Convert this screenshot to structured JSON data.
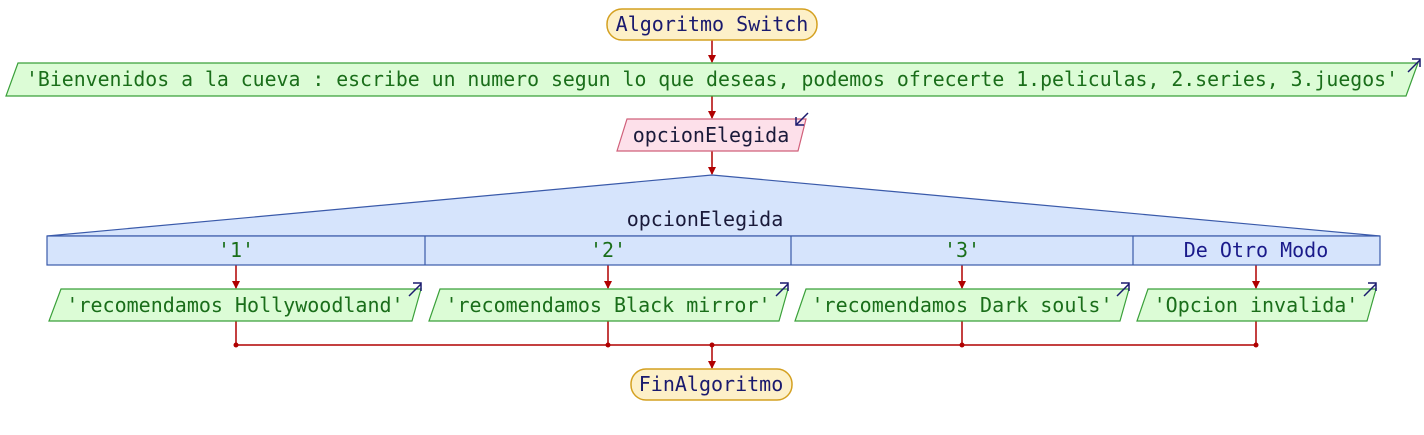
{
  "flowchart": {
    "start_label": "Algoritmo Switch",
    "output_main": "'Bienvenidos a la cueva : escribe un numero segun lo que deseas, podemos ofrecerte 1.peliculas, 2.series, 3.juegos'",
    "input_variable": "opcionElegida",
    "switch": {
      "expression": "opcionElegida",
      "cases": [
        {
          "label": "'1'",
          "output": "'recomendamos Hollywoodland'"
        },
        {
          "label": "'2'",
          "output": "'recomendamos Black mirror'"
        },
        {
          "label": "'3'",
          "output": "'recomendamos Dark souls'"
        },
        {
          "label": "De Otro Modo",
          "output": "'Opcion invalida'"
        }
      ]
    },
    "end_label": "FinAlgoritmo"
  },
  "colors": {
    "arrow": "#b00000",
    "terminal_fill": "#fdf0c8",
    "terminal_stroke": "#d4a020",
    "terminal_text": "#1a1a6e",
    "output_fill": "#dcfcd6",
    "output_stroke": "#3aa03a",
    "output_text": "#1a6e1a",
    "input_fill": "#fde0ea",
    "input_stroke": "#d0607a",
    "input_text": "#1a1a3a",
    "switch_fill": "#d6e4fc",
    "switch_stroke": "#3a5aaa",
    "switch_text": "#1a1a3a",
    "case_text": "#1a6e1a",
    "default_text": "#1a1a8a",
    "corner_arrow": "#1a1a6e"
  }
}
